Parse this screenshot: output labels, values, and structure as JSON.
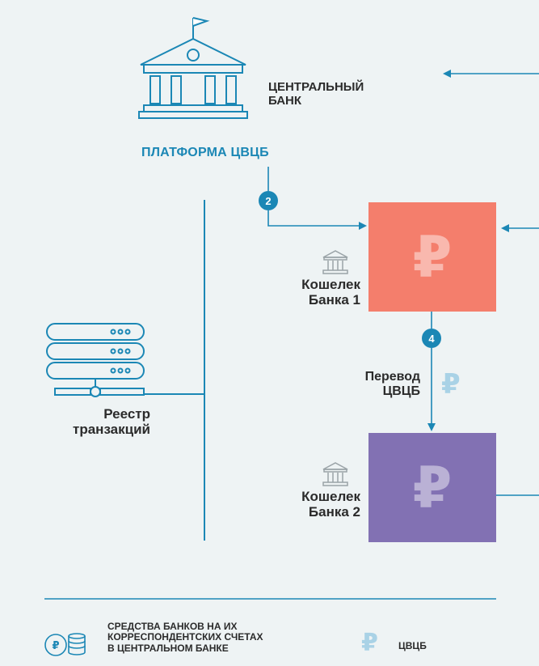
{
  "central_bank": {
    "label": "ЦЕНТРАЛЬНЫЙ\nБАНК"
  },
  "platform": {
    "label": "ПЛАТФОРМА ЦВЦБ"
  },
  "steps": {
    "step2": "2",
    "step4": "4"
  },
  "wallet_bank1": {
    "label": "Кошелек\nБанка 1",
    "symbol": "₽"
  },
  "wallet_bank2": {
    "label": "Кошелек\nБанка 2",
    "symbol": "₽"
  },
  "transfer": {
    "label": "Перевод\nЦВЦБ",
    "symbol": "₽"
  },
  "registry": {
    "label": "Реестр\nтранзакций"
  },
  "legend": {
    "funds_label": "СРЕДСТВА БАНКОВ НА ИХ\nКОРРЕСПОНДЕНТСКИХ СЧЕТАХ\nВ ЦЕНТРАЛЬНОМ БАНКЕ",
    "funds_coin_symbol": "₽",
    "cbdc_label": "ЦВЦБ",
    "cbdc_symbol": "₽"
  },
  "colors": {
    "accent_blue": "#1b87b5",
    "wallet_bank1": "#f47e6c",
    "wallet_bank2": "#8271b3",
    "background": "#eef3f4",
    "icon_gray": "#9aa3a7"
  }
}
